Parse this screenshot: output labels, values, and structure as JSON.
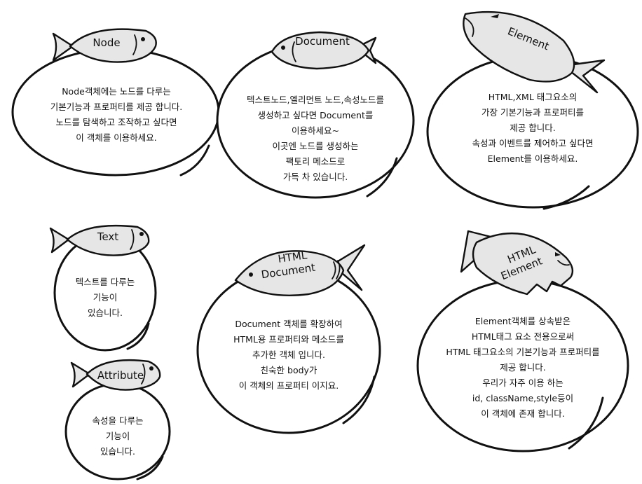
{
  "cards": [
    {
      "title": "Node",
      "body": "Node객체에는 노드를 다루는\n기본기능과 프로퍼티를 제공 합니다.\n노드를 탐색하고 조작하고 싶다면\n이 객체를 이용하세요."
    },
    {
      "title": "Document",
      "body": "텍스트노드,엘리먼트 노드,속성노드를\n생성하고 싶다면 Document를\n이용하세요~\n이곳엔  노드를 생성하는\n팩토리 메소드로\n가득 차 있습니다."
    },
    {
      "title": "Element",
      "body": "HTML,XML 태그요소의\n가장 기본기능과 프로퍼티를\n제공 합니다.\n속성과 이벤트를 제어하고 싶다면\nElement를 이용하세요."
    },
    {
      "title": "Text",
      "body": "텍스트를 다루는\n기능이\n있습니다."
    },
    {
      "title_line1": "HTML",
      "title_line2": "Document",
      "body": "Document 객체를 확장하여\nHTML용 프로퍼티와 메소드를\n추가한 객체 입니다.\n친숙한 body가\n이 객체의 프로퍼티 이지요."
    },
    {
      "title_line1": "HTML",
      "title_line2": "Element",
      "body": "Element객체를 상속받은\nHTML태그 요소 전용으로써\nHTML 태그요소의 기본기능과 프로퍼티를\n제공 합니다.\n우리가 자주 이용 하는\nid, className,style등이\n이 객체에 존재 합니다."
    },
    {
      "title": "Attribute",
      "body": "속성을 다루는\n기능이\n있습니다."
    }
  ]
}
